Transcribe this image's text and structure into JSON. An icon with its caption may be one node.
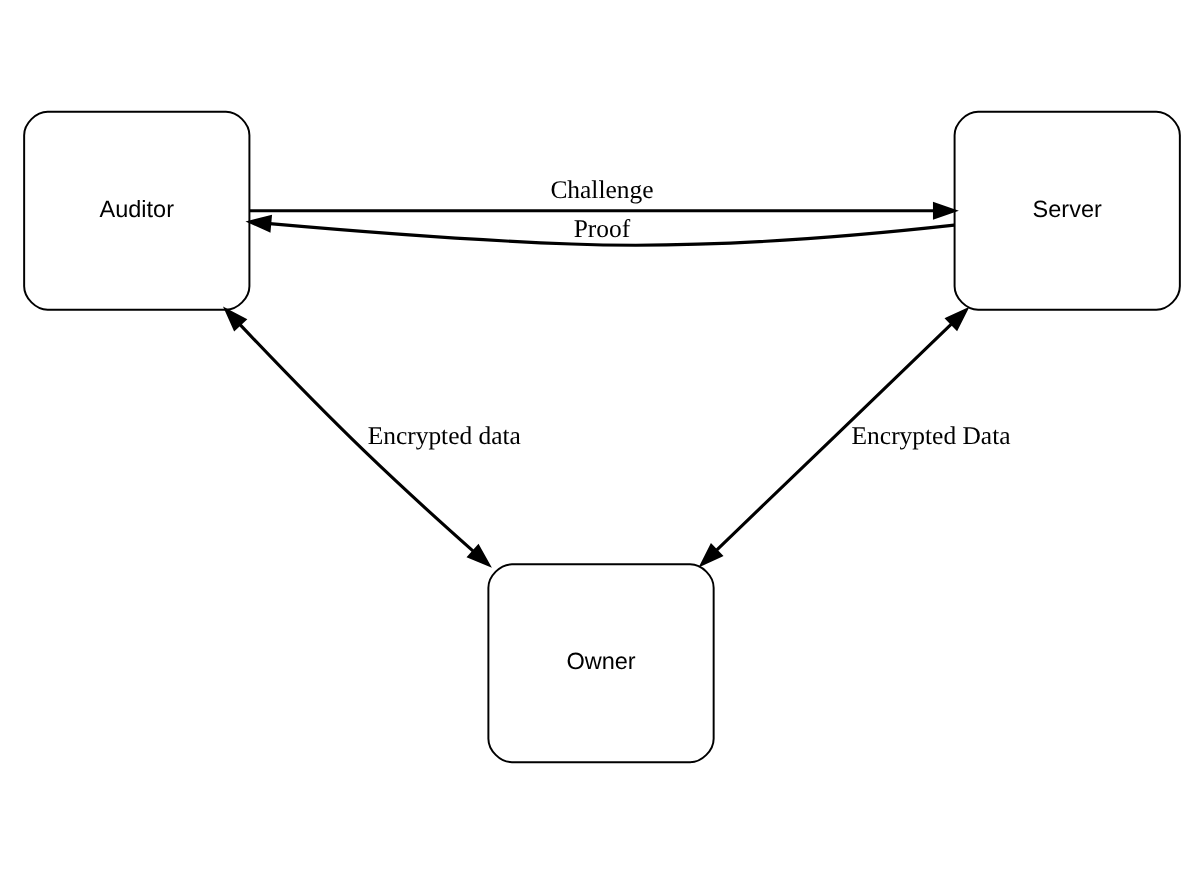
{
  "diagram": {
    "nodes": [
      {
        "text": [
          "Auditor"
        ]
      },
      {
        "text": [
          "Server"
        ]
      },
      {
        "text": [
          "Owner"
        ]
      }
    ],
    "edges": [
      {
        "from": 0,
        "to": 1,
        "arrow": "to",
        "label": "Challenge"
      },
      {
        "from": 1,
        "to": 0,
        "arrow": "to",
        "label": "Proof"
      },
      {
        "from": 0,
        "to": 2,
        "arrow": "both",
        "label": "Encrypted data"
      },
      {
        "from": 1,
        "to": 2,
        "arrow": "both",
        "label": "Encrypted Data"
      }
    ]
  }
}
